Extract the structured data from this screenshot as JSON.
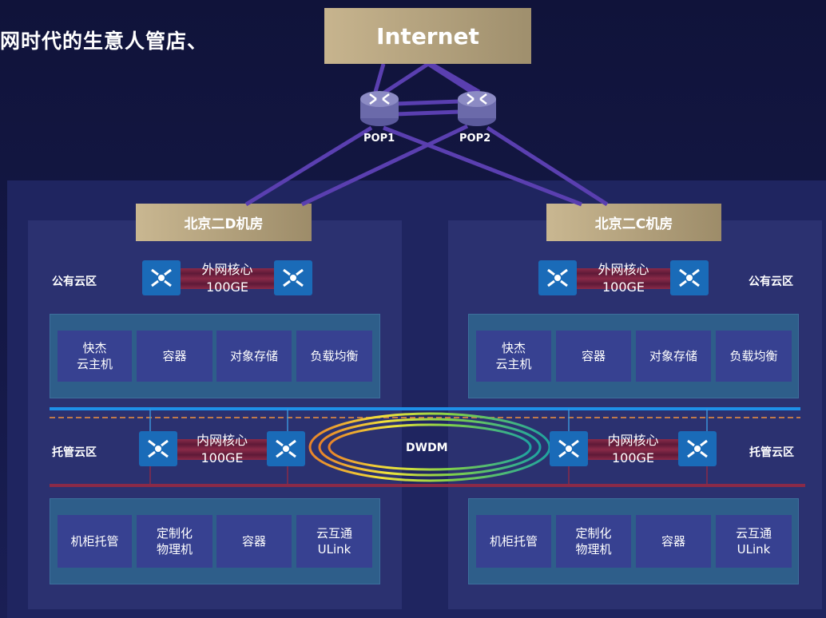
{
  "headline": "网时代的生意人管店、",
  "internet": "Internet",
  "pops": [
    "POP1",
    "POP2"
  ],
  "datacenters": {
    "left": {
      "title": "北京二D机房",
      "public_zone": "公有云区",
      "public_core": {
        "line1": "外网核心",
        "line2": "100GE"
      },
      "public_services": [
        "快杰\n云主机",
        "容器",
        "对象存储",
        "负载均衡"
      ],
      "hosted_zone": "托管云区",
      "hosted_core": {
        "line1": "内网核心",
        "line2": "100GE"
      },
      "hosted_services": [
        "机柜托管",
        "定制化\n物理机",
        "容器",
        "云互通\nULink"
      ]
    },
    "right": {
      "title": "北京二C机房",
      "public_zone": "公有云区",
      "public_core": {
        "line1": "外网核心",
        "line2": "100GE"
      },
      "public_services": [
        "快杰\n云主机",
        "容器",
        "对象存储",
        "负载均衡"
      ],
      "hosted_zone": "托管云区",
      "hosted_core": {
        "line1": "内网核心",
        "line2": "100GE"
      },
      "hosted_services": [
        "机柜托管",
        "定制化\n物理机",
        "容器",
        "云互通\nULink"
      ]
    }
  },
  "dwdm": "DWDM",
  "colors": {
    "background": "#151948",
    "gold": "#c7b48e",
    "link_purple": "#5a3fb0",
    "blue_bus": "#1e90e8",
    "red_bus": "#8a2a48",
    "switch_blue": "#1a6bb8"
  }
}
